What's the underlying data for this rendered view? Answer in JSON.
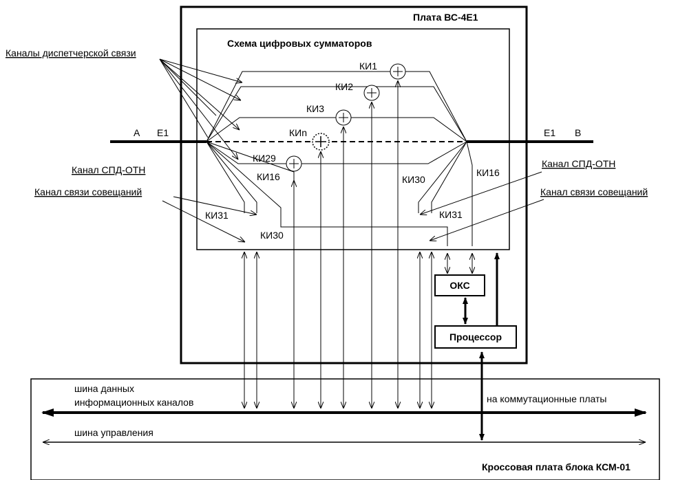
{
  "board": {
    "title": "Плата ВС-4Е1",
    "scheme_title": "Схема цифровых сумматоров"
  },
  "left_labels": {
    "dispatch_channels": "Каналы диспетчерской связи",
    "spd_otn": "Канал СПД-ОТН",
    "meeting_channel": "Канал связи совещаний",
    "a": "А",
    "e1": "Е1"
  },
  "right_labels": {
    "e1": "Е1",
    "b": "В",
    "spd_otn": "Канал СПД-ОТН",
    "meeting_channel": "Канал связи совещаний"
  },
  "channels": {
    "ki1": "КИ1",
    "ki2": "КИ2",
    "ki3": "КИ3",
    "kin": "КИn",
    "ki29": "КИ29",
    "ki16_left": "КИ16",
    "ki31_left": "КИ31",
    "ki30_left": "КИ30",
    "ki30_right": "КИ30",
    "ki16_right": "КИ16",
    "ki31_right": "КИ31"
  },
  "blocks": {
    "oks": "ОКС",
    "processor": "Процессор"
  },
  "buses": {
    "data_bus_line1": "шина данных",
    "data_bus_line2": "информационных каналов",
    "to_switch_boards": "на коммутационные платы",
    "control_bus": "шина управления",
    "cross_board": "Кроссовая плата блока КСМ-01"
  }
}
